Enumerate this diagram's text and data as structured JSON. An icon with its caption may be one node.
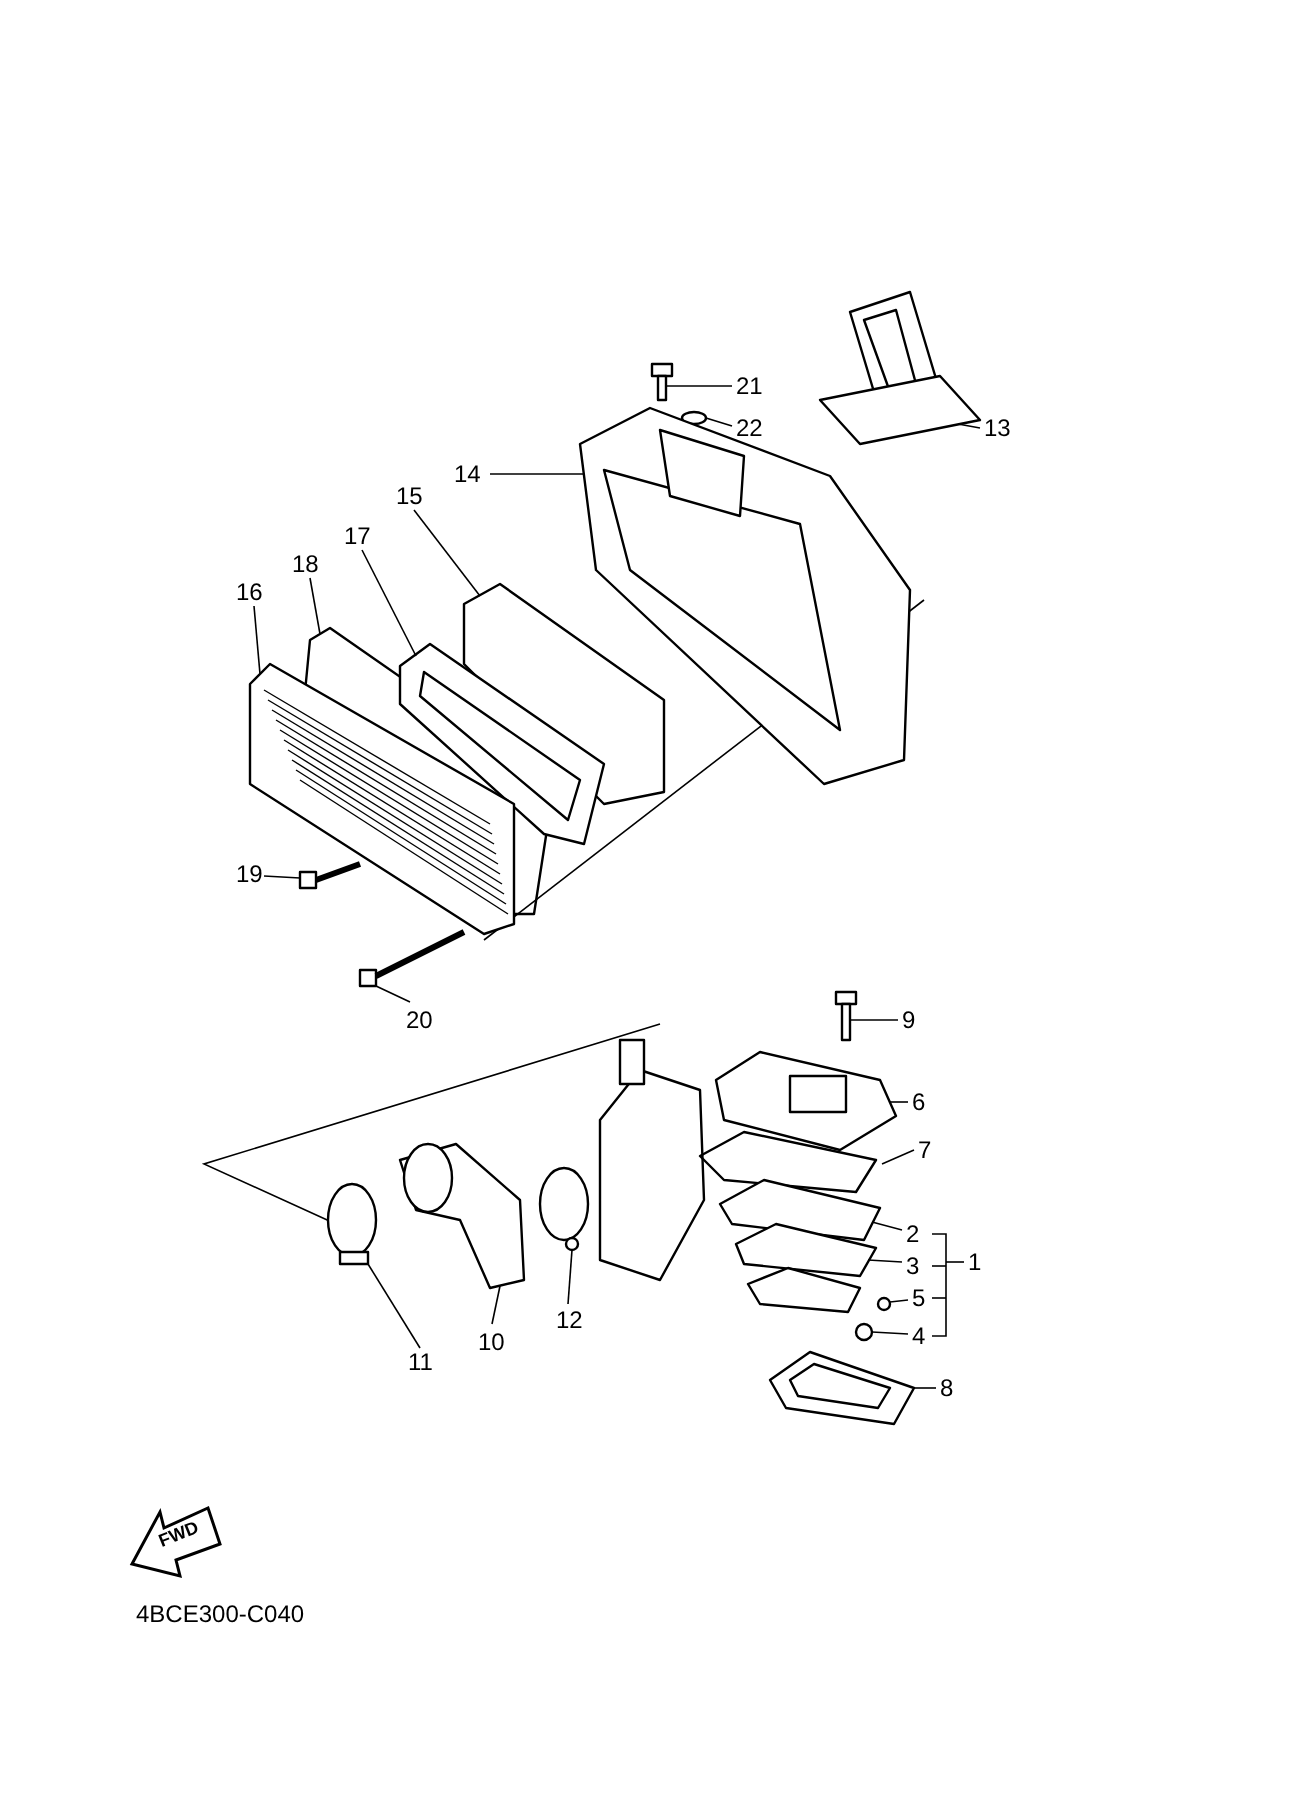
{
  "diagram": {
    "nodes": [
      {
        "text": [
          "21"
        ]
      },
      {
        "text": [
          "22"
        ]
      },
      {
        "text": [
          "13"
        ]
      },
      {
        "text": [
          "14"
        ]
      },
      {
        "text": [
          "15"
        ]
      },
      {
        "text": [
          "18"
        ]
      },
      {
        "text": [
          "17"
        ]
      },
      {
        "text": [
          "16"
        ]
      },
      {
        "text": [
          "19"
        ]
      },
      {
        "text": [
          "20"
        ]
      },
      {
        "text": [
          "9"
        ]
      },
      {
        "text": [
          "6"
        ]
      },
      {
        "text": [
          "7"
        ]
      },
      {
        "text": [
          "2"
        ]
      },
      {
        "text": [
          "3"
        ]
      },
      {
        "text": [
          "1"
        ]
      },
      {
        "text": [
          "5"
        ]
      },
      {
        "text": [
          "4"
        ]
      },
      {
        "text": [
          "8"
        ]
      },
      {
        "text": [
          "10"
        ]
      },
      {
        "text": [
          "12"
        ]
      },
      {
        "text": [
          "11"
        ]
      },
      {
        "text": [],
        "shape": "picture"
      },
      {
        "text": [],
        "shape": "picture"
      },
      {
        "text": [],
        "shape": "circle"
      },
      {
        "text": [],
        "shape": "picture"
      },
      {
        "text": [],
        "shape": "picture"
      },
      {
        "text": [],
        "shape": "picture"
      },
      {
        "text": [],
        "shape": "picture"
      },
      {
        "text": [],
        "shape": "picture"
      },
      {
        "text": [],
        "shape": "picture"
      },
      {
        "text": [],
        "shape": "picture"
      },
      {
        "text": [],
        "shape": "picture"
      },
      {
        "text": [],
        "shape": "picture"
      },
      {
        "text": [],
        "shape": "picture"
      },
      {
        "text": [],
        "shape": "picture"
      },
      {
        "text": [],
        "shape": "picture"
      },
      {
        "text": [],
        "shape": "picture"
      },
      {
        "text": [],
        "shape": "circle"
      },
      {
        "text": [],
        "shape": "circle"
      },
      {
        "text": [],
        "shape": "picture"
      },
      {
        "text": [],
        "shape": "circle"
      },
      {
        "text": [],
        "shape": "picture"
      },
      {
        "text": [],
        "shape": "circle"
      },
      {
        "text": [],
        "shape": "bracket"
      }
    ],
    "edges": [
      {
        "from": 0,
        "to": 23,
        "arrow": "none"
      },
      {
        "from": 1,
        "to": 24,
        "arrow": "none"
      },
      {
        "from": 2,
        "to": 22,
        "arrow": "none"
      },
      {
        "from": 3,
        "to": 25,
        "arrow": "none"
      },
      {
        "from": 4,
        "to": 26,
        "arrow": "none"
      },
      {
        "from": 5,
        "to": 27,
        "arrow": "none"
      },
      {
        "from": 6,
        "to": 28,
        "arrow": "none"
      },
      {
        "from": 7,
        "to": 29,
        "arrow": "none"
      },
      {
        "from": 8,
        "to": 30,
        "arrow": "none"
      },
      {
        "from": 9,
        "to": 31,
        "arrow": "none"
      },
      {
        "from": 10,
        "to": 32,
        "arrow": "none"
      },
      {
        "from": 11,
        "to": 33,
        "arrow": "none"
      },
      {
        "from": 12,
        "to": 34,
        "arrow": "none"
      },
      {
        "from": 13,
        "to": 35,
        "arrow": "none"
      },
      {
        "from": 14,
        "to": 36,
        "arrow": "none"
      },
      {
        "from": 15,
        "to": 44,
        "arrow": "none"
      },
      {
        "from": 16,
        "to": 38,
        "arrow": "none"
      },
      {
        "from": 17,
        "to": 39,
        "arrow": "none"
      },
      {
        "from": 18,
        "to": 40,
        "arrow": "none"
      },
      {
        "from": 19,
        "to": 42,
        "arrow": "none"
      },
      {
        "from": 20,
        "to": 41,
        "arrow": "none"
      },
      {
        "from": 21,
        "to": 43,
        "arrow": "none"
      }
    ],
    "labels": [
      "FWD",
      "4BCE300-C040"
    ]
  }
}
